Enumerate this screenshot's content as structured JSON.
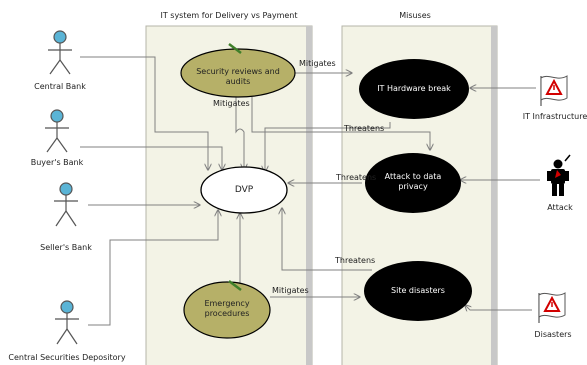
{
  "boundaries": {
    "system": {
      "title": "IT system for Delivery vs Payment"
    },
    "misuses": {
      "title": "Misuses"
    }
  },
  "actors": {
    "central_bank": "Central Bank",
    "buyers_bank": "Buyer's Bank",
    "sellers_bank": "Seller's Bank",
    "csd": "Central Securities Depository",
    "it_infrastructure": "IT Infrastructure",
    "attack": "Attack",
    "disasters": "Disasters"
  },
  "use_cases": {
    "security_reviews": "Security reviews and audits",
    "dvp": "DVP",
    "emergency_line1": "Emergency",
    "emergency_line2": "procedures"
  },
  "misuse_cases": {
    "hardware_break": "IT Hardware break",
    "attack_privacy_line1": "Attack to data",
    "attack_privacy_line2": "privacy",
    "site_disasters": "Site disasters"
  },
  "relations": {
    "mitigates_hw": "Mitigates",
    "mitigates_dvp": "Mitigates",
    "threatens_hw": "Threatens",
    "threatens_privacy": "Threatens",
    "threatens_site": "Threatens",
    "mitigates_site": "Mitigates"
  },
  "colors": {
    "usecase_fill": "#b6b068",
    "misuse_fill": "#000000",
    "boundary_fill": "#f3f3e6",
    "actor_head": "#5ab4d6",
    "line": "#808080"
  }
}
